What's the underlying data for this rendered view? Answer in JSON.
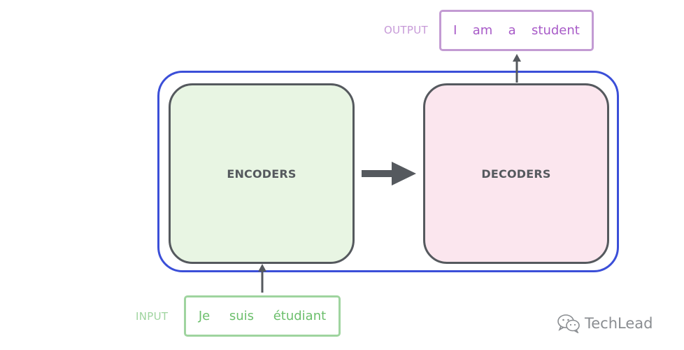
{
  "diagram": {
    "encoder_label": "ENCODERS",
    "decoder_label": "DECODERS",
    "output_label": "OUTPUT",
    "input_label": "INPUT",
    "output_tokens": [
      "I",
      "am",
      "a",
      "student"
    ],
    "input_tokens": [
      "Je",
      "suis",
      "étudiant"
    ]
  },
  "watermark": {
    "text": "TechLead",
    "icon": "wechat-icon"
  },
  "colors": {
    "outer_border": "#3b4fd8",
    "block_border": "#55595e",
    "encoder_fill": "#e8f5e3",
    "decoder_fill": "#fbe6ee",
    "output_color": "#a85bc8",
    "input_color": "#6cbf6c"
  }
}
